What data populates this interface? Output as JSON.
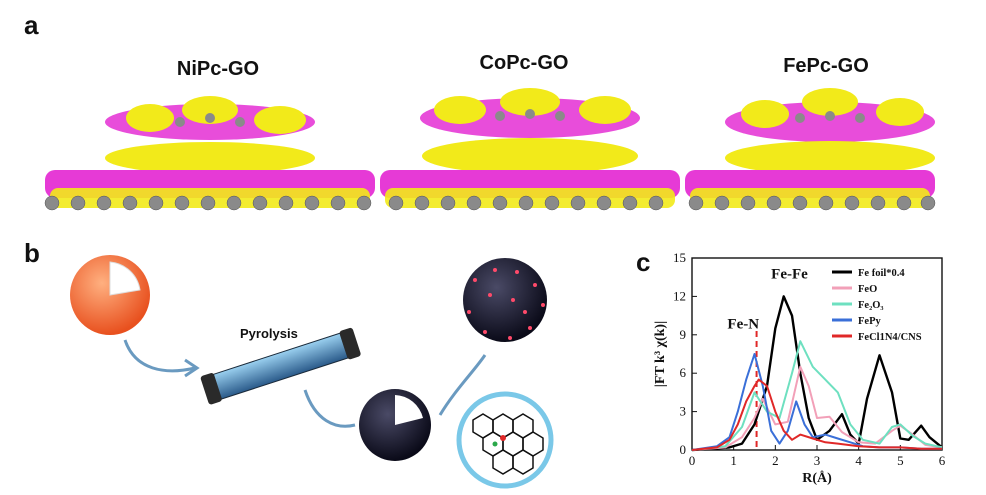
{
  "panels": {
    "a": {
      "letter": "a",
      "titles": [
        "NiPc-GO",
        "CoPc-GO",
        "FePc-GO"
      ]
    },
    "b": {
      "letter": "b",
      "pyrolysis_label": "Pyrolysis"
    },
    "c": {
      "letter": "c",
      "annotations": {
        "fe_fe": "Fe-Fe",
        "fe_n": "Fe-N"
      }
    }
  },
  "colors": {
    "yellow_density": "#f2ea1a",
    "magenta_density": "#e63ad6",
    "atom_gray": "#8a8a8a"
  },
  "chart_data": {
    "type": "line",
    "title": "",
    "xlabel": "R(Å)",
    "ylabel": "|FT k³ χ(k)|",
    "xlim": [
      0,
      6
    ],
    "ylim": [
      0,
      15
    ],
    "xticks": [
      "0",
      "1",
      "2",
      "3",
      "4",
      "5",
      "6"
    ],
    "yticks": [
      "0",
      "3",
      "6",
      "9",
      "12",
      "15"
    ],
    "legend_position": "top-right",
    "grid": false,
    "series": [
      {
        "name": "Fe foil*0.4",
        "color": "#000000",
        "x": [
          0,
          0.5,
          0.9,
          1.2,
          1.5,
          1.8,
          2.0,
          2.2,
          2.4,
          2.6,
          2.8,
          3.0,
          3.3,
          3.6,
          3.8,
          4.0,
          4.2,
          4.5,
          4.8,
          5.0,
          5.2,
          5.5,
          5.7,
          6.0
        ],
        "y": [
          0,
          0.1,
          0.2,
          0.5,
          2.0,
          5.0,
          9.5,
          12.0,
          10.5,
          6.0,
          2.5,
          0.8,
          1.5,
          2.8,
          1.2,
          0.5,
          4.0,
          7.4,
          4.5,
          0.9,
          0.8,
          1.9,
          1.0,
          0.2
        ]
      },
      {
        "name": "FeO",
        "color": "#f2a0b8",
        "x": [
          0,
          0.8,
          1.2,
          1.5,
          1.7,
          2.0,
          2.3,
          2.6,
          2.8,
          3.0,
          3.3,
          3.6,
          4.0,
          4.4,
          4.8,
          5.0,
          5.3,
          5.6,
          6.0
        ],
        "y": [
          0,
          0.2,
          1.0,
          2.5,
          4.0,
          2.0,
          2.2,
          6.5,
          5.0,
          2.5,
          2.6,
          1.4,
          0.6,
          0.5,
          1.5,
          1.9,
          1.2,
          0.4,
          0.2
        ]
      },
      {
        "name": "Fe₂O₃",
        "color": "#6ee0c0",
        "x": [
          0,
          0.8,
          1.2,
          1.5,
          1.8,
          2.1,
          2.4,
          2.6,
          2.9,
          3.2,
          3.5,
          3.8,
          4.1,
          4.5,
          4.8,
          5.0,
          5.3,
          5.6,
          6.0
        ],
        "y": [
          0,
          0.3,
          1.8,
          4.5,
          3.0,
          2.5,
          6.0,
          8.5,
          6.5,
          5.5,
          4.5,
          2.0,
          0.8,
          0.5,
          1.8,
          2.0,
          1.1,
          0.5,
          0.2
        ]
      },
      {
        "name": "FePy",
        "color": "#3a6fd8",
        "x": [
          0,
          0.6,
          0.9,
          1.1,
          1.3,
          1.5,
          1.7,
          1.9,
          2.1,
          2.3,
          2.5,
          2.7,
          2.9,
          3.2,
          3.5,
          3.8,
          4.1,
          4.5,
          5.0,
          5.5,
          6.0
        ],
        "y": [
          0,
          0.3,
          1.0,
          3.0,
          5.5,
          7.5,
          5.0,
          1.5,
          0.5,
          1.5,
          3.8,
          2.0,
          1.0,
          1.2,
          0.9,
          0.6,
          0.3,
          0.2,
          0.2,
          0.1,
          0.1
        ]
      },
      {
        "name": "FeCl1N4/CNS",
        "color": "#e02828",
        "x": [
          0,
          0.6,
          0.9,
          1.1,
          1.3,
          1.5,
          1.6,
          1.8,
          2.0,
          2.2,
          2.4,
          2.6,
          2.9,
          3.2,
          3.5,
          4.0,
          4.5,
          5.0,
          5.5,
          6.0
        ],
        "y": [
          0,
          0.2,
          0.8,
          2.0,
          3.8,
          5.0,
          5.5,
          5.0,
          3.0,
          1.5,
          0.8,
          1.2,
          0.9,
          0.6,
          0.5,
          0.3,
          0.2,
          0.2,
          0.1,
          0.1
        ]
      }
    ]
  }
}
